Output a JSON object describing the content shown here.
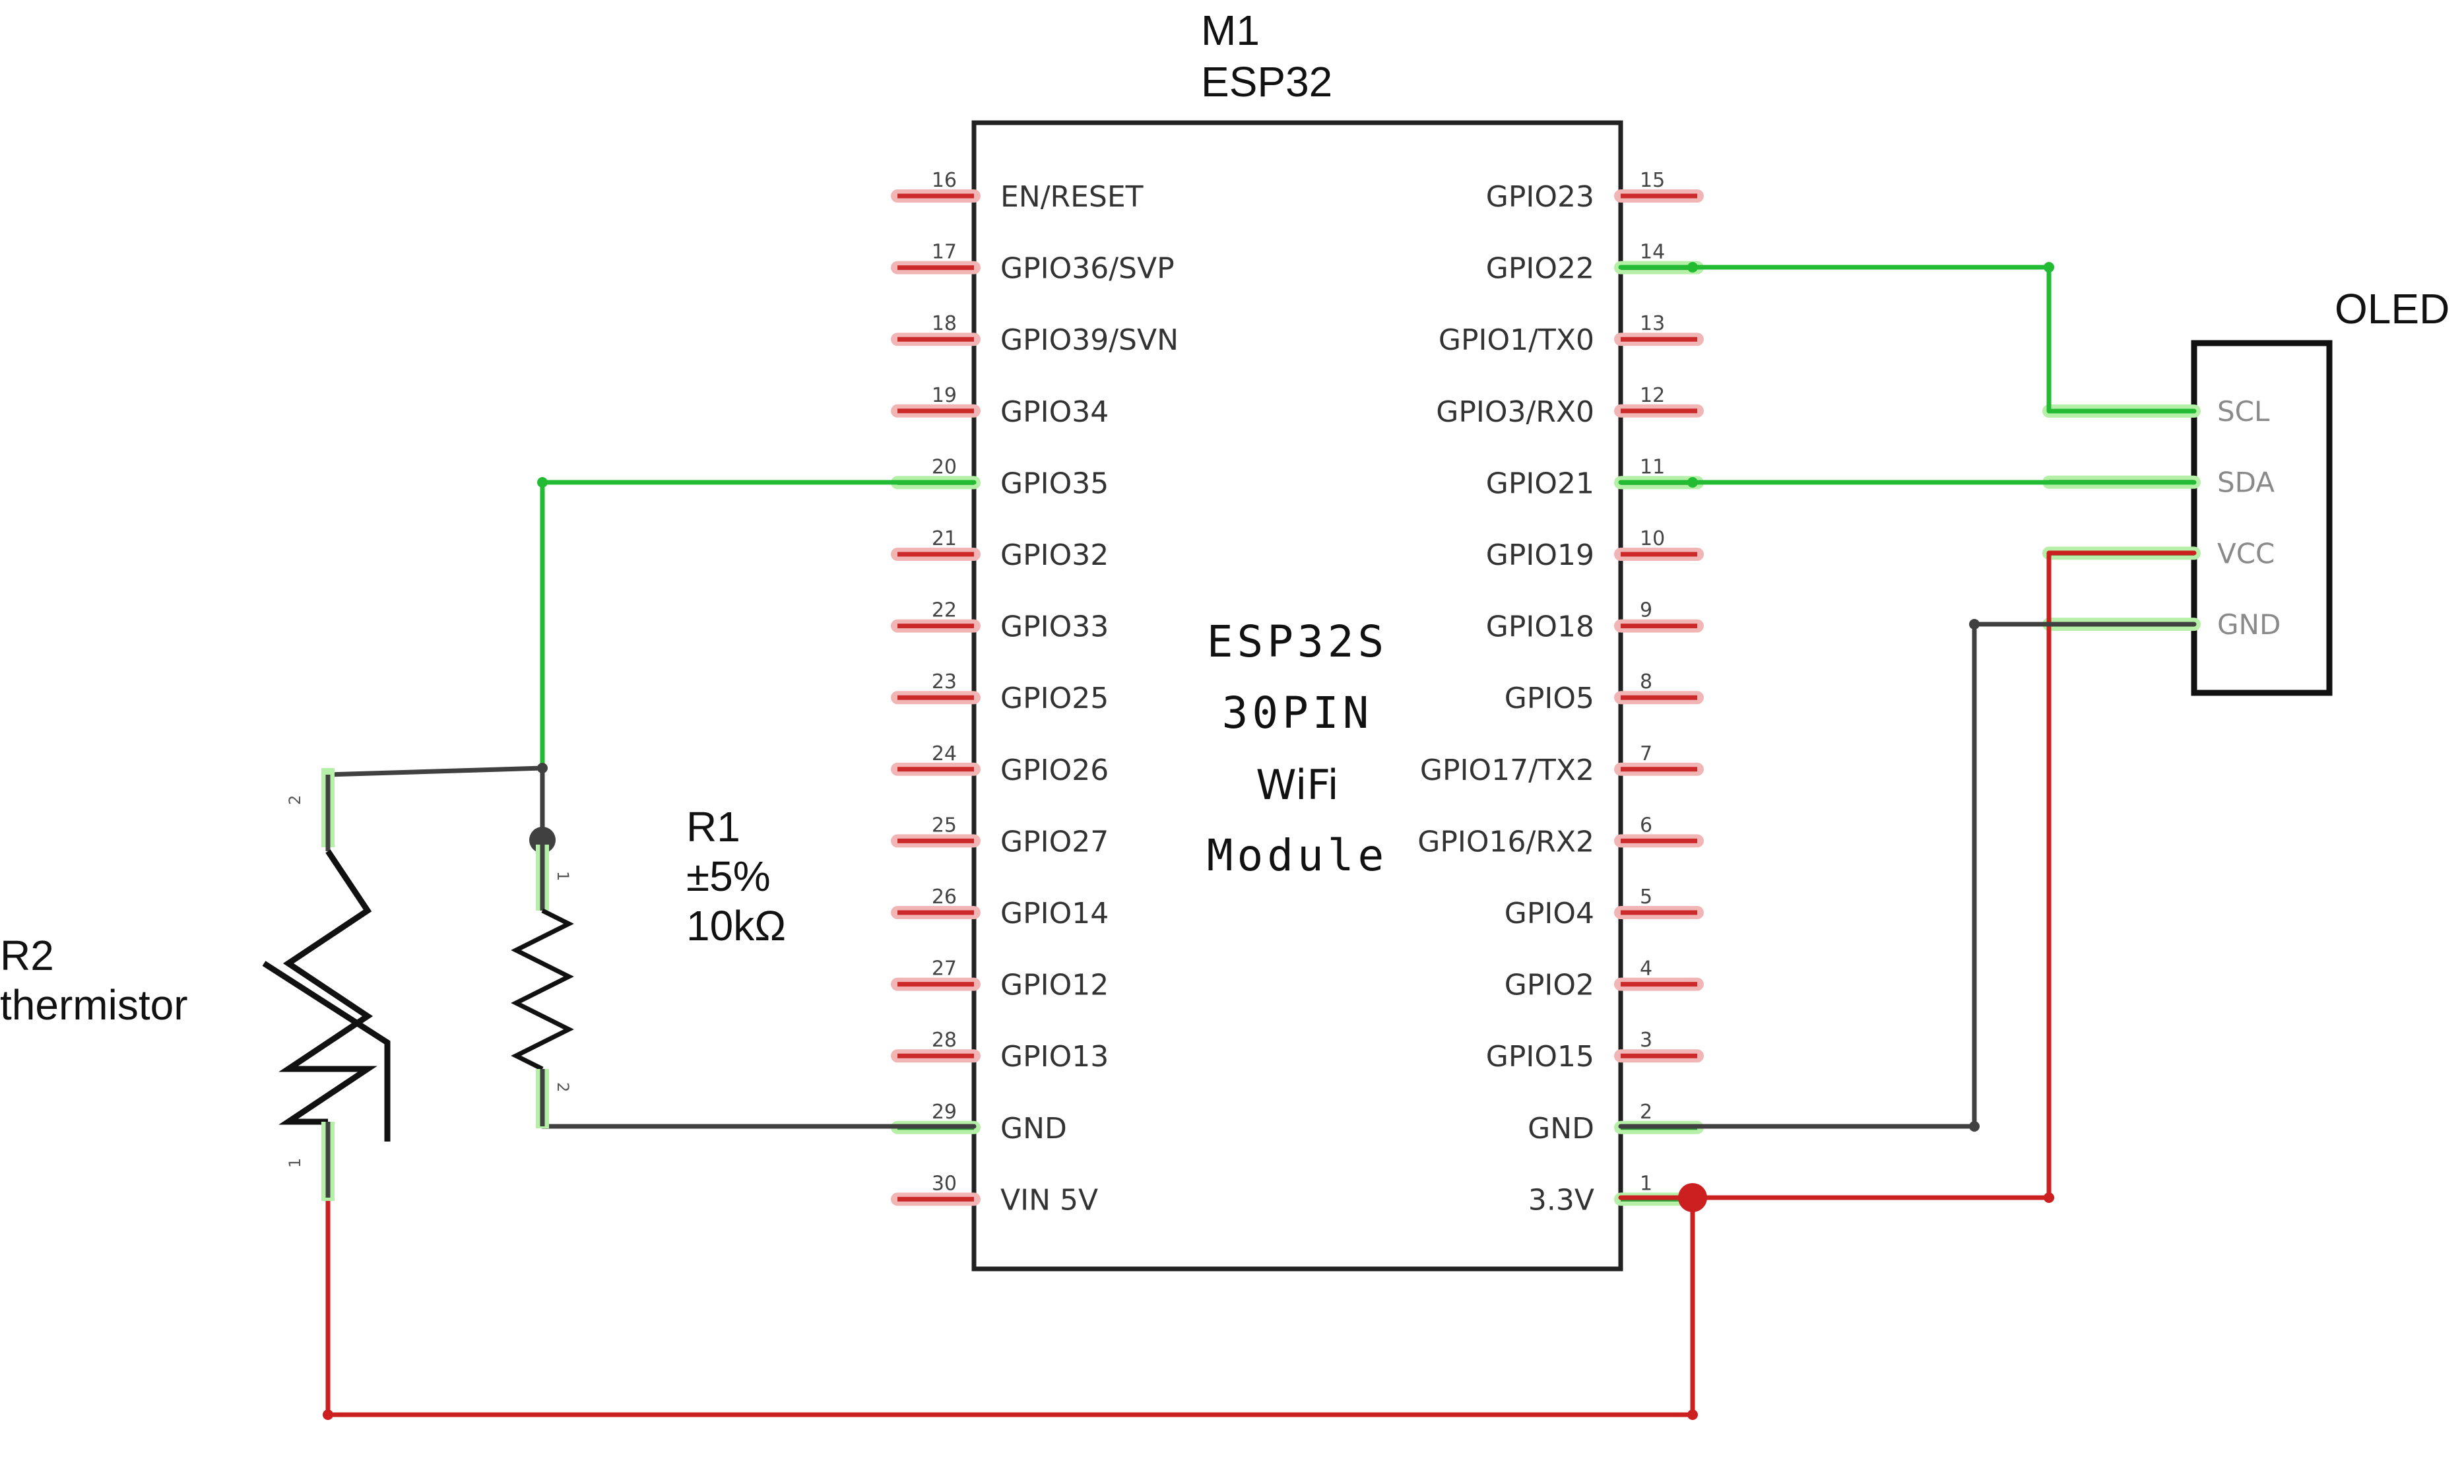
{
  "colors": {
    "wire_green": "#22bb33",
    "wire_red": "#cc1f1f",
    "wire_dark": "#404040",
    "pin_red": "#cc2a2a",
    "pin_glow_red": "#f2b5b5",
    "pin_glow_green": "#b6f0a8",
    "outline": "#222222",
    "label": "#333333",
    "oled_pin_label": "#8a8a8a"
  },
  "esp32": {
    "ref": "M1",
    "part": "ESP32",
    "chip_text": [
      "ESP32S",
      "30PIN",
      "WiFi",
      "Module"
    ],
    "left_pins": [
      {
        "num": "16",
        "name": "EN/RESET",
        "state": "unconnected"
      },
      {
        "num": "17",
        "name": "GPIO36/SVP",
        "state": "unconnected"
      },
      {
        "num": "18",
        "name": "GPIO39/SVN",
        "state": "unconnected"
      },
      {
        "num": "19",
        "name": "GPIO34",
        "state": "unconnected"
      },
      {
        "num": "20",
        "name": "GPIO35",
        "state": "connected"
      },
      {
        "num": "21",
        "name": "GPIO32",
        "state": "unconnected"
      },
      {
        "num": "22",
        "name": "GPIO33",
        "state": "unconnected"
      },
      {
        "num": "23",
        "name": "GPIO25",
        "state": "unconnected"
      },
      {
        "num": "24",
        "name": "GPIO26",
        "state": "unconnected"
      },
      {
        "num": "25",
        "name": "GPIO27",
        "state": "unconnected"
      },
      {
        "num": "26",
        "name": "GPIO14",
        "state": "unconnected"
      },
      {
        "num": "27",
        "name": "GPIO12",
        "state": "unconnected"
      },
      {
        "num": "28",
        "name": "GPIO13",
        "state": "unconnected"
      },
      {
        "num": "29",
        "name": "GND",
        "state": "connected"
      },
      {
        "num": "30",
        "name": "VIN 5V",
        "state": "unconnected"
      }
    ],
    "right_pins": [
      {
        "num": "15",
        "name": "GPIO23",
        "state": "unconnected"
      },
      {
        "num": "14",
        "name": "GPIO22",
        "state": "connected"
      },
      {
        "num": "13",
        "name": "GPIO1/TX0",
        "state": "unconnected"
      },
      {
        "num": "12",
        "name": "GPIO3/RX0",
        "state": "unconnected"
      },
      {
        "num": "11",
        "name": "GPIO21",
        "state": "connected"
      },
      {
        "num": "10",
        "name": "GPIO19",
        "state": "unconnected"
      },
      {
        "num": "9",
        "name": "GPIO18",
        "state": "unconnected"
      },
      {
        "num": "8",
        "name": "GPIO5",
        "state": "unconnected"
      },
      {
        "num": "7",
        "name": "GPIO17/TX2",
        "state": "unconnected"
      },
      {
        "num": "6",
        "name": "GPIO16/RX2",
        "state": "unconnected"
      },
      {
        "num": "5",
        "name": "GPIO4",
        "state": "unconnected"
      },
      {
        "num": "4",
        "name": "GPIO2",
        "state": "unconnected"
      },
      {
        "num": "3",
        "name": "GPIO15",
        "state": "unconnected"
      },
      {
        "num": "2",
        "name": "GND",
        "state": "connected"
      },
      {
        "num": "1",
        "name": "3.3V",
        "state": "connected"
      }
    ]
  },
  "oled": {
    "name": "OLED",
    "pins": [
      "SCL",
      "SDA",
      "VCC",
      "GND"
    ]
  },
  "r1": {
    "ref": "R1",
    "tolerance": "±5%",
    "value": "10kΩ",
    "pin_top": "1",
    "pin_bottom": "2"
  },
  "r2": {
    "ref": "R2",
    "type": "thermistor",
    "pin_top": "2",
    "pin_bottom": "1"
  },
  "connections": [
    {
      "from": "ESP32 GPIO22 (14)",
      "to": "OLED SCL",
      "color": "green"
    },
    {
      "from": "ESP32 GPIO21 (11)",
      "to": "OLED SDA",
      "color": "green"
    },
    {
      "from": "ESP32 3.3V (1)",
      "to": "OLED VCC",
      "color": "red"
    },
    {
      "from": "ESP32 GND (2)",
      "to": "OLED GND",
      "color": "dark"
    },
    {
      "from": "ESP32 GPIO35 (20)",
      "to": "R1 pin 1 / R2 pin 2",
      "color": "green"
    },
    {
      "from": "ESP32 GND (29)",
      "to": "R1 pin 2",
      "color": "dark"
    },
    {
      "from": "ESP32 3.3V (1)",
      "to": "R2 pin 1",
      "color": "red"
    }
  ]
}
